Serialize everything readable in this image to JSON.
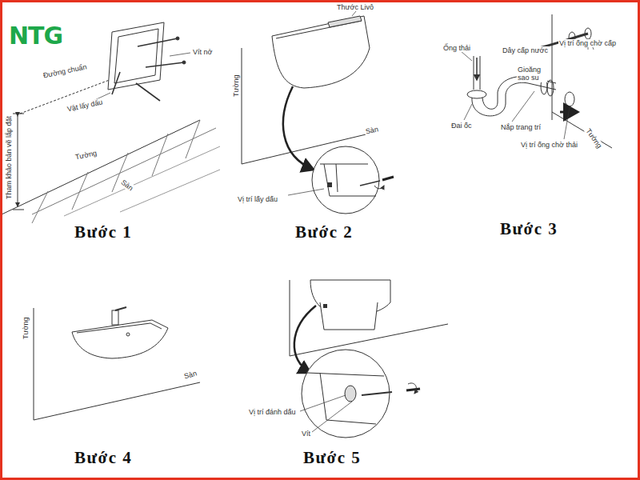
{
  "diagram": {
    "labels": [
      "NTG",
      "Vít nở",
      "Đường chuẩn",
      "Vật lấy dấu",
      "Tham khảo bản vẽ lắp đặt",
      "Tường",
      "Sàn",
      "Bước 1",
      "Thước Livô",
      "Tường",
      "Sàn",
      "Vị trí lấy dấu",
      "Bước 2",
      "Ống thải",
      "Dây cấp nước",
      "Vị trí ống chờ cấp",
      "Gioăng sao su",
      "Đai ốc",
      "Nắp trang trí",
      "Vị trí ống chờ thải",
      "Tường",
      "Bước 3",
      "Tường",
      "Sàn",
      "Bước 4",
      "Vị trí đánh dấu",
      "Vít",
      "Bước 5"
    ]
  }
}
